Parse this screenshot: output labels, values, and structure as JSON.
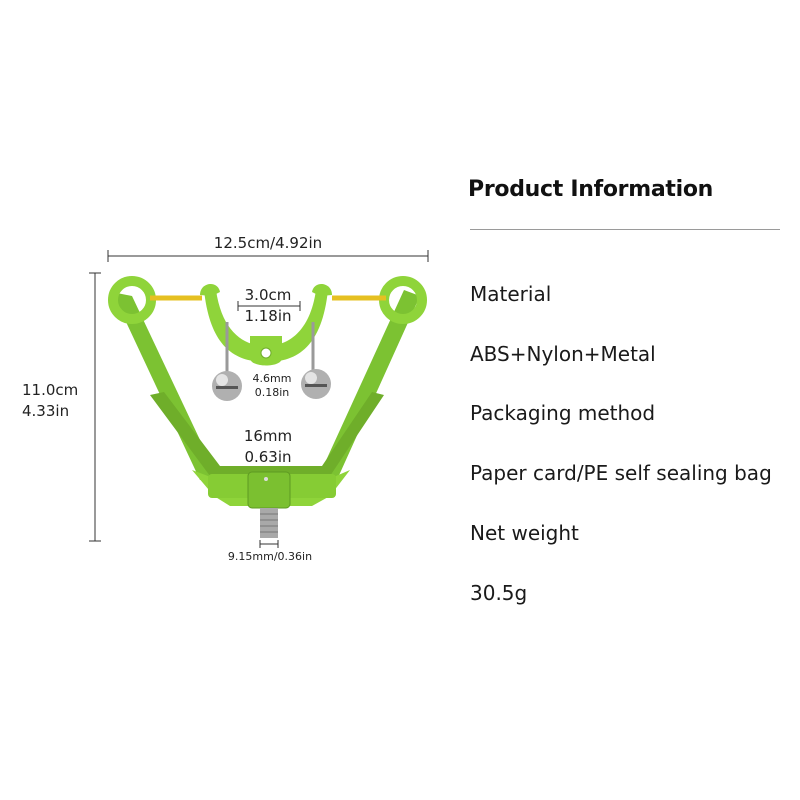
{
  "product": {
    "dimensions": {
      "width": "12.5cm/4.92in",
      "height_cm": "11.0cm",
      "height_in": "4.33in",
      "gap_cm": "3.0cm",
      "gap_in": "1.18in",
      "bell_mm": "4.6mm",
      "bell_in": "0.18in",
      "base_mm": "16mm",
      "base_in": "0.63in",
      "thread": "9.15mm/0.36in"
    },
    "colors": {
      "body": "#8fd43a",
      "body_shade": "#6fae2a",
      "elastic": "#e6c021",
      "metal": "#a9a9a9"
    }
  },
  "info": {
    "title": "Product Information",
    "rows": [
      "Material",
      "ABS+Nylon+Metal",
      "Packaging method",
      "Paper card/PE self sealing bag",
      "Net weight",
      "30.5g"
    ]
  }
}
